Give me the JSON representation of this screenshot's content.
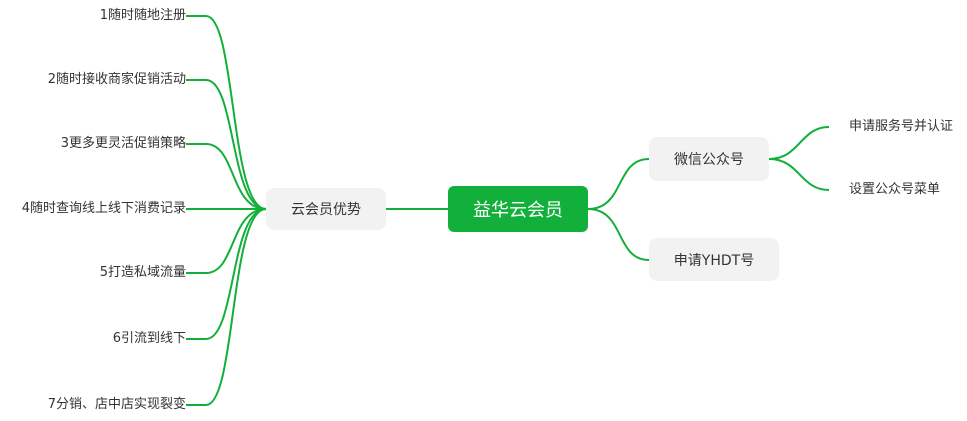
{
  "colors": {
    "line": "#12b03b",
    "root_fill": "#12b03b",
    "sub_fill": "#f2f2f2",
    "text": "#333333"
  },
  "root": {
    "label": "益华云会员"
  },
  "advantages": {
    "label": "云会员优势",
    "items": [
      "1随时随地注册",
      "2随时接收商家促销活动",
      "3更多更灵活促销策略",
      "4随时查询线上线下消费记录",
      "5打造私域流量",
      "6引流到线下",
      "7分销、店中店实现裂变"
    ]
  },
  "wechat": {
    "label": "微信公众号",
    "items": [
      "申请服务号并认证",
      "设置公众号菜单"
    ]
  },
  "yhdt": {
    "label": "申请YHDT号"
  }
}
